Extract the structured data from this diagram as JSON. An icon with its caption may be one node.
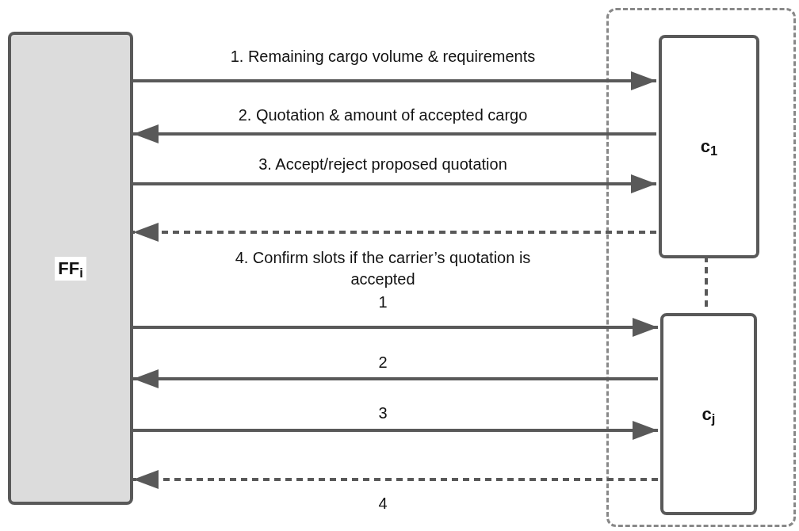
{
  "diagram": {
    "nodes": [
      {
        "text": [
          "FF$_{i}$"
        ]
      },
      {
        "text": [],
        "shape": "box"
      },
      {
        "text": [
          "c$_{1}$"
        ],
        "in": 1
      },
      {
        "text": [
          "c$_{j}$"
        ],
        "in": 1
      }
    ],
    "edges": [
      {
        "from": 0,
        "to": 2,
        "arrow": "to",
        "label": "1. Remaining cargo volume & requirements"
      },
      {
        "from": 2,
        "to": 0,
        "arrow": "to",
        "label": "2. Quotation & amount of accepted cargo"
      },
      {
        "from": 0,
        "to": 2,
        "arrow": "to",
        "label": "3. Accept/reject proposed quotation"
      },
      {
        "from": 2,
        "to": 0,
        "arrow": "to",
        "style": "dashed",
        "label": "4. Confirm slots if the carrier’s quotation is accepted"
      },
      {
        "from": 0,
        "to": 3,
        "arrow": "to",
        "label": "1"
      },
      {
        "from": 3,
        "to": 0,
        "arrow": "to",
        "label": "2"
      },
      {
        "from": 0,
        "to": 3,
        "arrow": "to",
        "label": "3"
      },
      {
        "from": 3,
        "to": 0,
        "arrow": "to",
        "style": "dashed",
        "label": "4"
      },
      {
        "from": 2,
        "to": 3,
        "arrow": "none",
        "style": "dashed"
      }
    ]
  }
}
